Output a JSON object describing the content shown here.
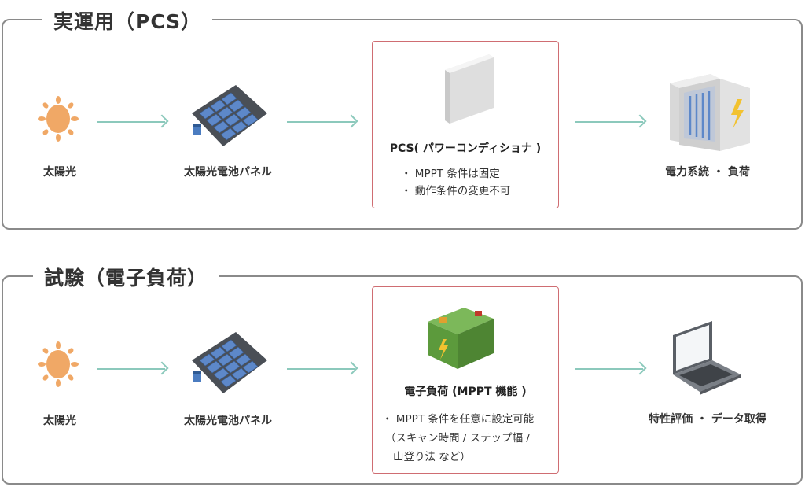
{
  "sections": [
    {
      "title": "実運用（PCS）",
      "sun_label": "太陽光",
      "panel_label": "太陽光電池パネル",
      "card": {
        "title": "PCS( パワーコンディショナ )",
        "lines": [
          "・ MPPT 条件は固定",
          "・ 動作条件の変更不可"
        ]
      },
      "end_label": "電力系統 ・ 負荷"
    },
    {
      "title": "試験（電子負荷）",
      "sun_label": "太陽光",
      "panel_label": "太陽光電池パネル",
      "card": {
        "title": "電子負荷 (MPPT 機能 )",
        "lines": [
          "・ MPPT 条件を任意に設定可能",
          "（スキャン時間 / ステップ幅 /",
          "山登り法  など）"
        ]
      },
      "end_label": "特性評価 ・ データ取得"
    }
  ],
  "colors": {
    "arrow": "#8cc9bc",
    "card_border": "#cf6d72",
    "frame": "#8a8a8a",
    "sun": "#f0a866",
    "panel_cell": "#5d88c9",
    "battery": "#5c9a3c"
  }
}
